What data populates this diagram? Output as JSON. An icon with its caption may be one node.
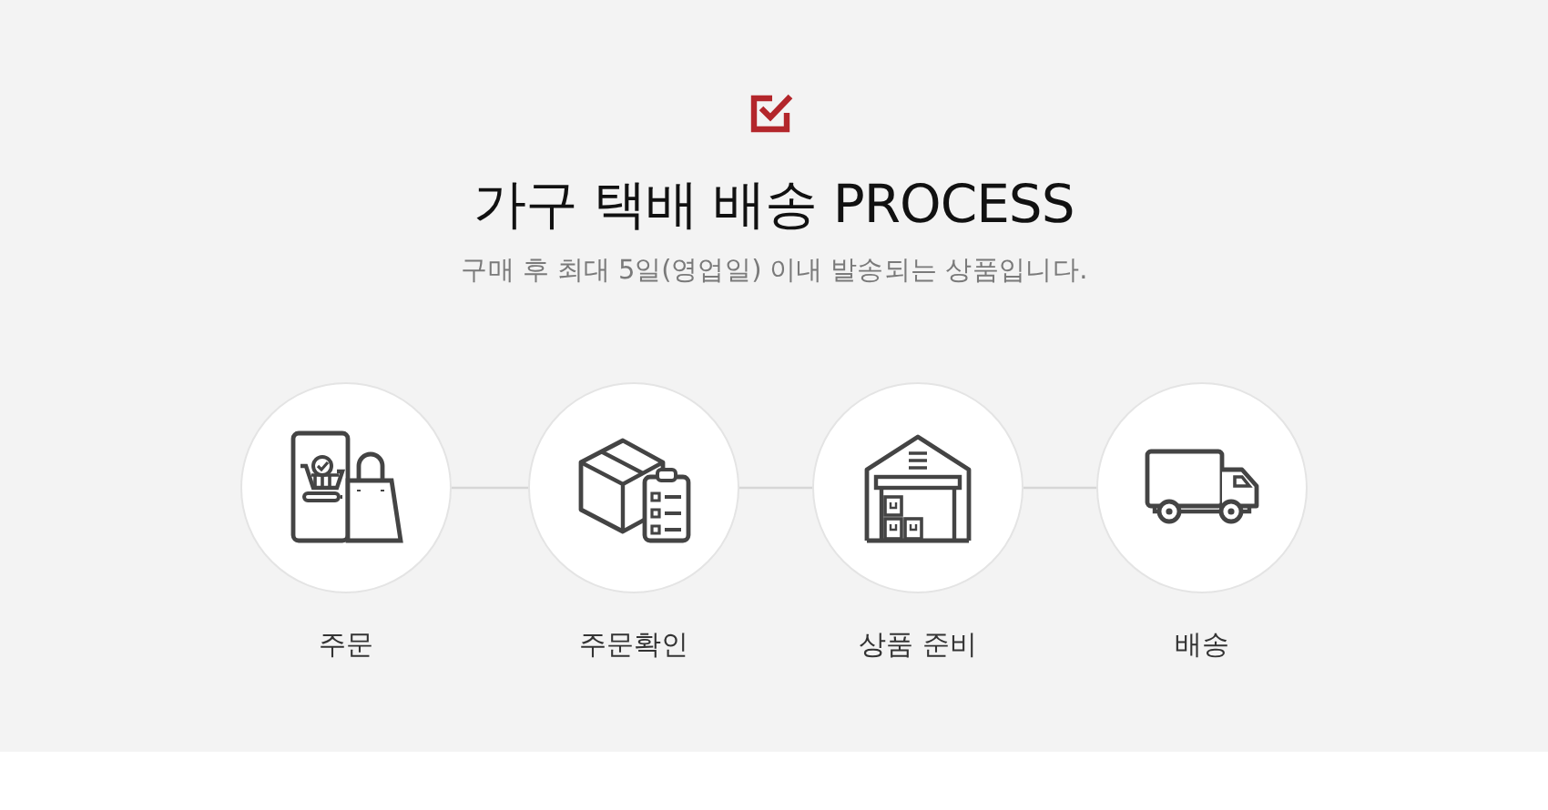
{
  "diagram": {
    "title": "가구 택배 배송 PROCESS",
    "nodes": [
      {
        "text": [
          "주문"
        ]
      },
      {
        "text": [
          "주문확인"
        ]
      },
      {
        "text": [
          "상품 준비"
        ]
      },
      {
        "text": [
          "배송"
        ]
      }
    ],
    "edges": [
      {
        "from": 0,
        "to": 1,
        "arrow": "none"
      },
      {
        "from": 1,
        "to": 2,
        "arrow": "none"
      },
      {
        "from": 2,
        "to": 3,
        "arrow": "none"
      }
    ],
    "labels": [
      "구매 후 최대 5일(영업일) 이내 발송되는 상품입니다."
    ]
  }
}
